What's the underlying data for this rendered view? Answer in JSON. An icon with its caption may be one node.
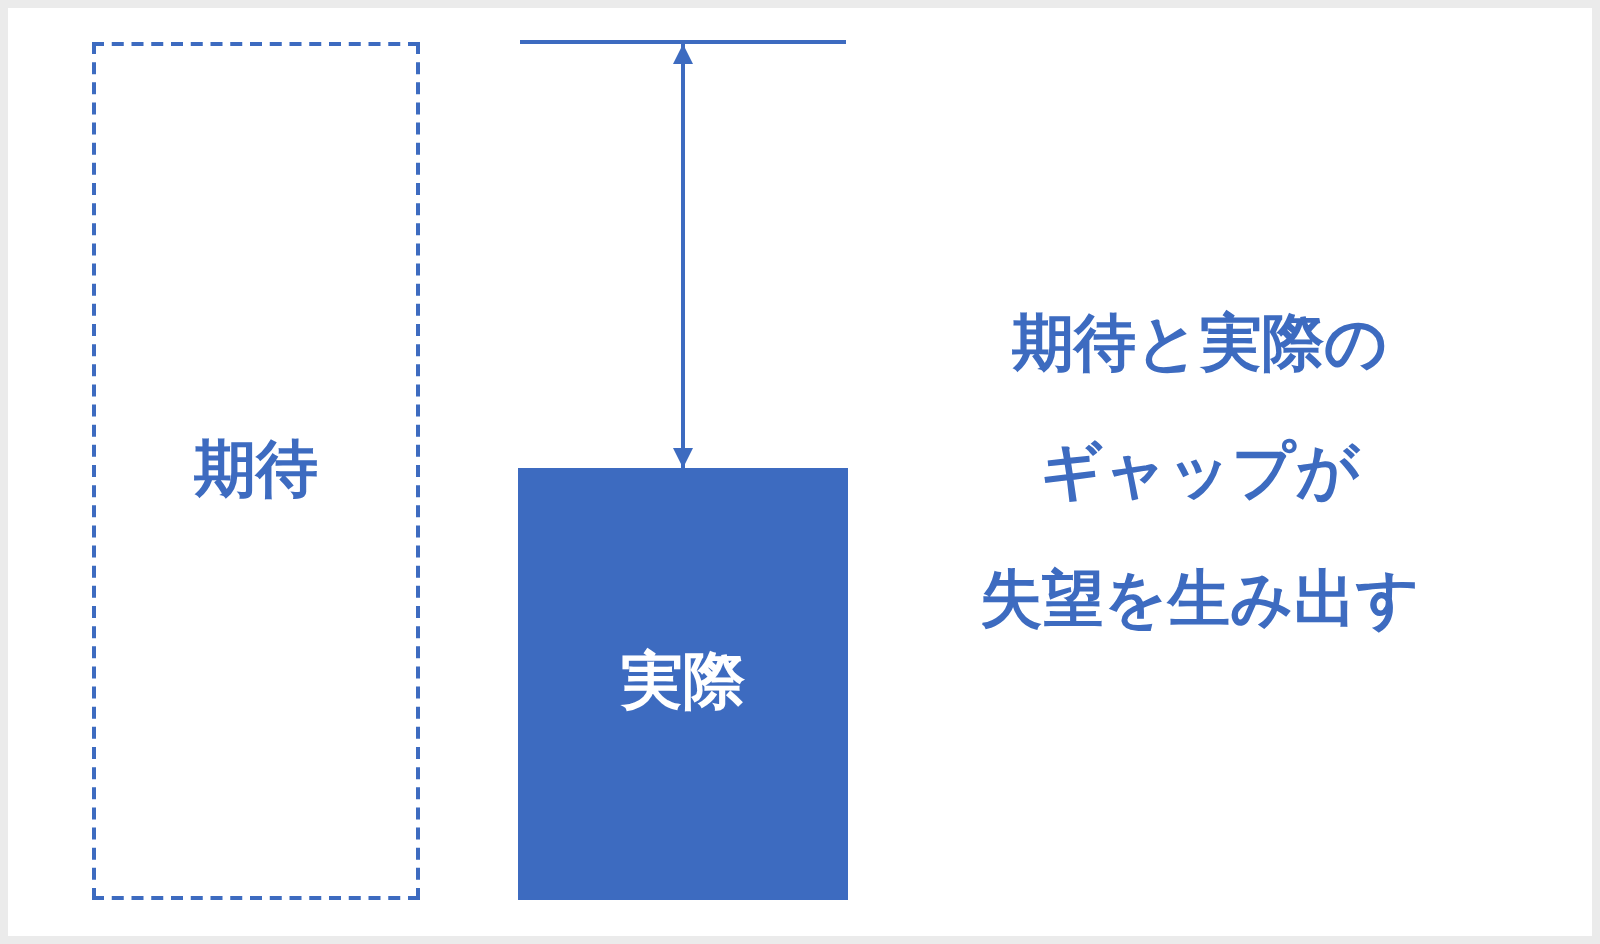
{
  "diagram": {
    "nodes": [
      {
        "text": [
          "期待"
        ]
      },
      {
        "text": [
          "実際"
        ]
      }
    ],
    "labels": [
      "期待と実際の",
      "ギャップが",
      "失望を生み出す"
    ]
  }
}
